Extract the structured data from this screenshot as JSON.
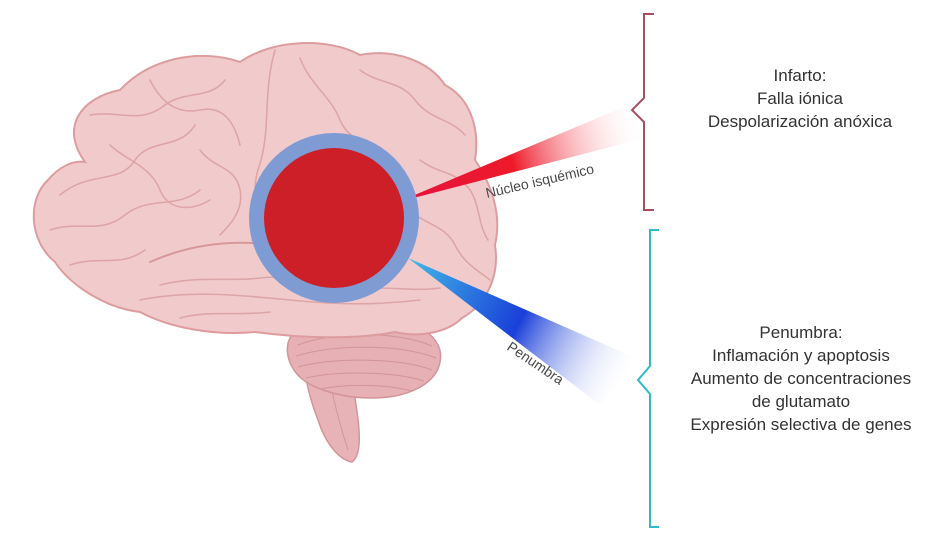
{
  "colors": {
    "brain_fill": "#f1cbcb",
    "brain_outline": "#dd9d9f",
    "cerebellum_fill": "#e8b3b6",
    "core_red": "#cc1f27",
    "penumbra_ring": "#7f9bd4",
    "infarct_bracket": "#a4505c",
    "penumbra_bracket": "#2fb9c9",
    "text": "#333333"
  },
  "labels": {
    "core_beam": "Núcleo isquémico",
    "penumbra_beam": "Penumbra"
  },
  "infarct": {
    "title": "Infarto:",
    "lines": [
      "Falla iónica",
      "Despolarización anóxica"
    ]
  },
  "penumbra": {
    "title": "Penumbra:",
    "lines": [
      "Inflamación y apoptosis",
      "Aumento de concentraciones",
      "de glutamato",
      "Expresión selectiva de genes"
    ]
  }
}
